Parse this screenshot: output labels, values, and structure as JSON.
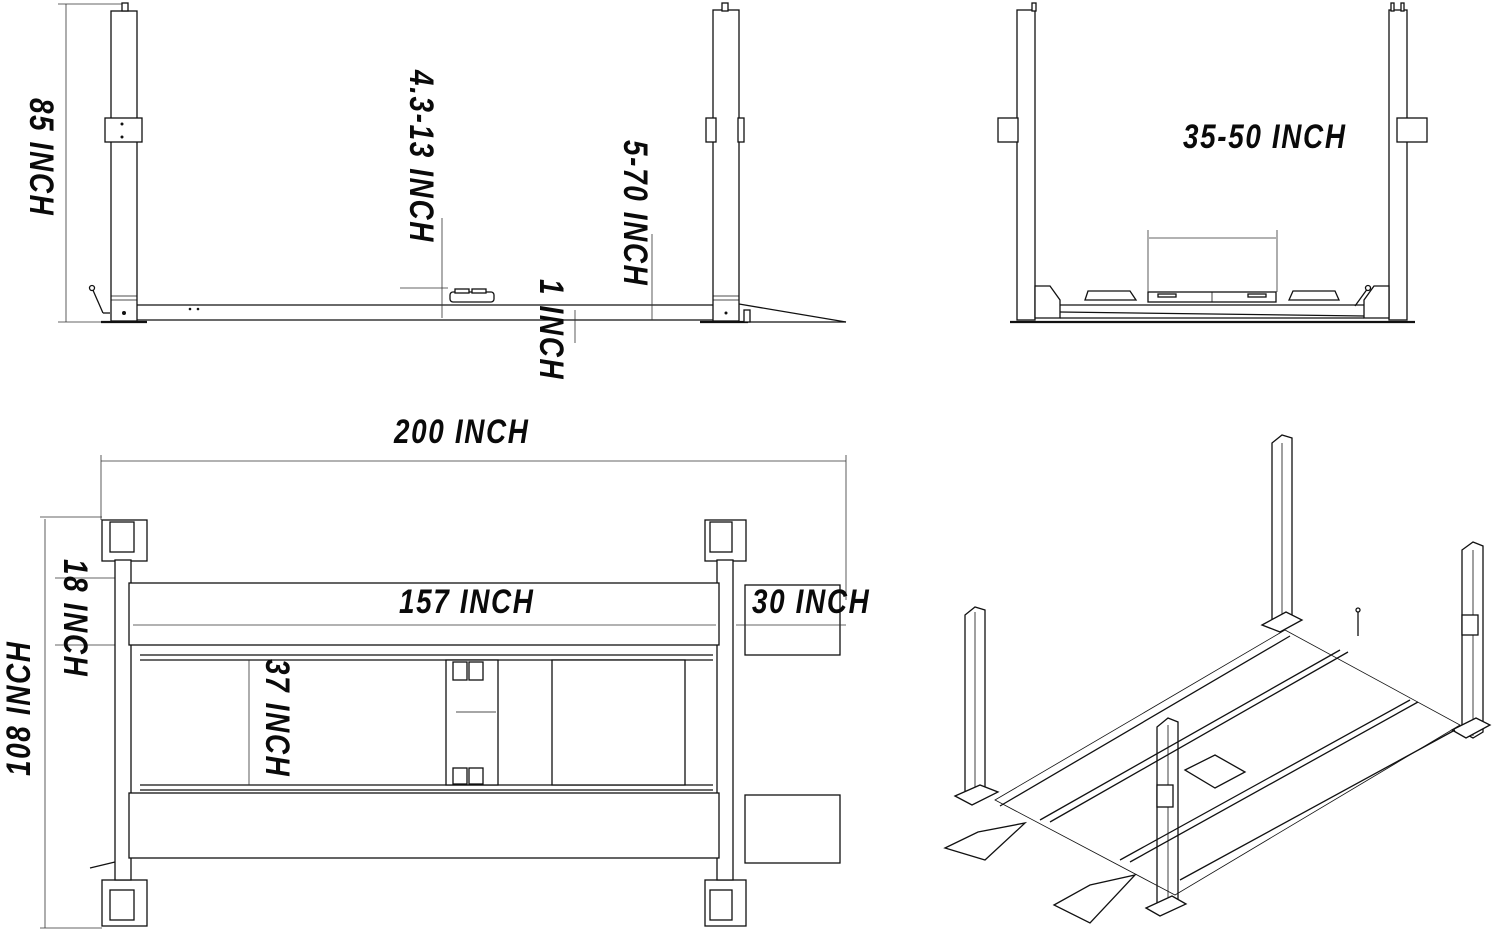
{
  "diagram": {
    "subject": "Four-post car lift dimensional drawing",
    "views": [
      {
        "name": "side-view",
        "labels": {
          "column_height": "85 INCH",
          "jack_height": "4.3-13 INCH",
          "lift_height": "5-70 INCH",
          "platform_clearance": "1 INCH"
        }
      },
      {
        "name": "end-view",
        "labels": {
          "jack_width": "35-50 INCH"
        }
      },
      {
        "name": "top-view",
        "labels": {
          "overall_length": "200 INCH",
          "runway_length": "157 INCH",
          "ramp_length": "30 INCH",
          "runway_width": "18 INCH",
          "overall_width": "108 INCH",
          "inner_gap": "37 INCH"
        }
      },
      {
        "name": "isometric-view",
        "labels": {}
      }
    ],
    "colors": {
      "line": "#111111",
      "background": "#ffffff"
    }
  }
}
